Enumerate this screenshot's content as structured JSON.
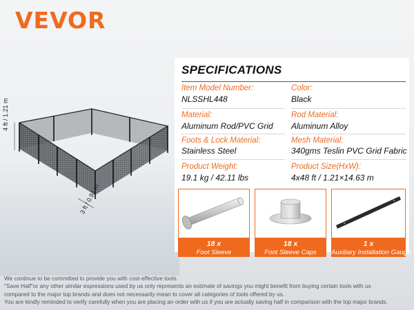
{
  "brand": {
    "logo": "VEVOR",
    "accent": "#ef6a1f"
  },
  "product_image": {
    "height_dimension": "4 ft / 1.21 m",
    "width_dimension": "3 ft / 0.91 m"
  },
  "specifications": {
    "title": "SPECIFICATIONS",
    "rows": [
      {
        "left_label": "Item Model Number:",
        "left_value": "NLSSHL448",
        "right_label": "Color:",
        "right_value": "Black"
      },
      {
        "left_label": "Material:",
        "left_value": "Aluminum Rod/PVC Grid",
        "right_label": "Rod Material:",
        "right_value": "Aluminum Alloy"
      },
      {
        "left_label": "Foots & Lock Material:",
        "left_value": "Stainless Steel",
        "right_label": "Mesh Material:",
        "right_value": "340gms Teslin PVC Grid Fabric"
      },
      {
        "left_label": "Product Weight:",
        "left_value": "19.1 kg / 42.11 lbs",
        "right_label": "Product Size(HxW):",
        "right_value": "4x48 ft / 1.21×14.63 m"
      }
    ]
  },
  "included_items": [
    {
      "quantity": "18 x",
      "name": "Foot Sleeve",
      "icon": "foot-sleeve-icon"
    },
    {
      "quantity": "18 x",
      "name": "Foot Sleeve Caps",
      "icon": "foot-sleeve-cap-icon"
    },
    {
      "quantity": "1 x",
      "name": "Auxiliary Installation Gauge",
      "icon": "installation-gauge-icon"
    }
  ],
  "disclaimer": [
    "We continue to be committed to provide you with cost-effective tools.",
    "\"Save Half\"or any other similar expressions used by us only represents an estimate of savings you might benefit from buying certain tools with us",
    "compared to the major top brands and does not necessarily mean to cover all categories of tools offered by us.",
    "You are kindly reminded to verify carefully when you are placing an order with us if you are actually saving half in comparison with the top major brands."
  ]
}
